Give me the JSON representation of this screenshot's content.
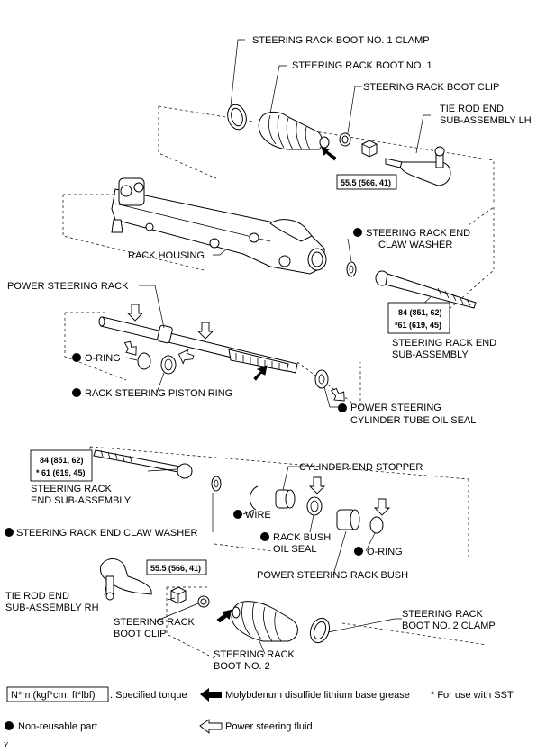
{
  "labels": {
    "boot1_clamp": "STEERING RACK BOOT NO. 1 CLAMP",
    "boot1": "STEERING RACK BOOT NO. 1",
    "boot_clip_top": "STEERING RACK BOOT CLIP",
    "tie_rod_lh_1": "TIE ROD END",
    "tie_rod_lh_2": "SUB-ASSEMBLY LH",
    "torque_lh": "55.5 (566, 41)",
    "claw_washer_r_1": "STEERING RACK END",
    "claw_washer_r_2": "CLAW WASHER",
    "rack_housing": "RACK HOUSING",
    "power_rack": "POWER STEERING RACK",
    "torque_end_r_1": "84 (851, 62)",
    "torque_end_r_2": "*61 (619, 45)",
    "rack_end_r_1": "STEERING RACK END",
    "rack_end_r_2": "SUB-ASSEMBLY",
    "o_ring_left": "O-RING",
    "piston_ring": "RACK STEERING PISTON RING",
    "cyl_oil_seal_1": "POWER STEERING",
    "cyl_oil_seal_2": "CYLINDER TUBE OIL SEAL",
    "torque_end_l_1": "84 (851, 62)",
    "torque_end_l_2": "* 61 (619, 45)",
    "rack_end_l_1": "STEERING RACK",
    "rack_end_l_2": "END SUB-ASSEMBLY",
    "cyl_end_stopper": "CYLINDER END STOPPER",
    "wire": "WIRE",
    "claw_washer_l": "STEERING RACK END CLAW WASHER",
    "bush_seal_1": "RACK BUSH",
    "bush_seal_2": "OIL SEAL",
    "o_ring_right": "O-RING",
    "rack_bush": "POWER STEERING RACK BUSH",
    "torque_rh": "55.5 (566, 41)",
    "tie_rod_rh_1": "TIE ROD END",
    "tie_rod_rh_2": "SUB-ASSEMBLY RH",
    "boot_clip_bottom_1": "STEERING RACK",
    "boot_clip_bottom_2": "BOOT CLIP",
    "boot2_1": "STEERING RACK",
    "boot2_2": "BOOT NO. 2",
    "boot2_clamp_1": "STEERING RACK",
    "boot2_clamp_2": "BOOT NO. 2 CLAMP"
  },
  "legend": {
    "torque_unit": "N*m (kgf*cm, ft*lbf)",
    "torque_desc": ": Specified torque",
    "grease": "Molybdenum disulfide lithium base grease",
    "sst": "* For use with SST",
    "non_reusable": "Non-reusable part",
    "fluid": "Power steering fluid"
  },
  "corner_mark": "Y"
}
